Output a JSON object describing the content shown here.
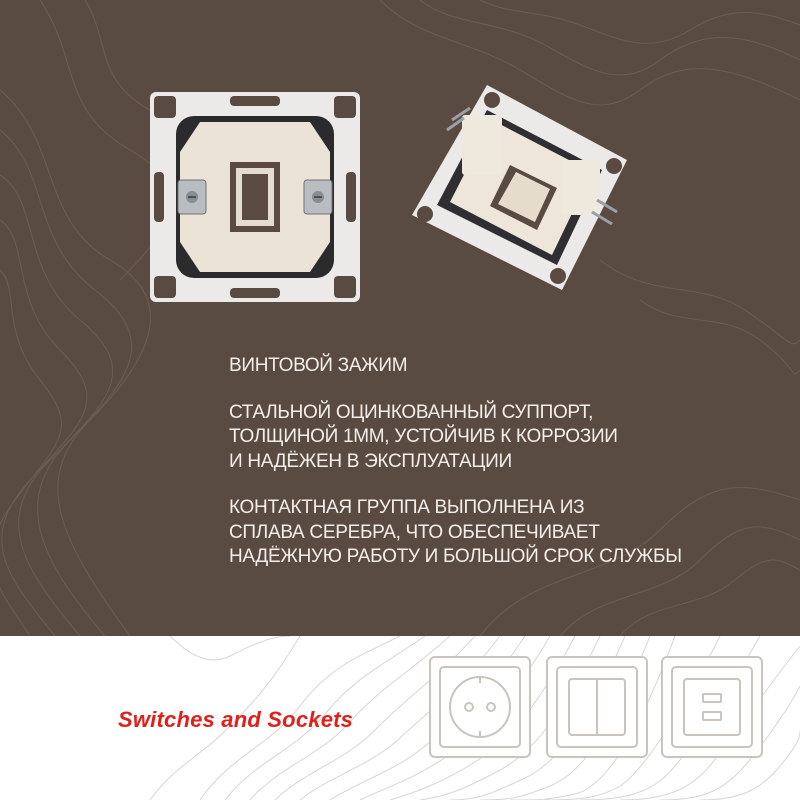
{
  "colors": {
    "background_dark": "#5a4b42",
    "background_light": "#ffffff",
    "text_light": "#f2efec",
    "brand_red": "#e0201b",
    "icon_stroke": "#c9c4be"
  },
  "features": [
    {
      "lines": [
        "ВИНТОВОЙ ЗАЖИМ"
      ]
    },
    {
      "lines": [
        "СТАЛЬНОЙ ОЦИНКОВАННЫЙ СУППОРТ,",
        "ТОЛЩИНОЙ 1ММ, УСТОЙЧИВ К КОРРОЗИИ",
        "И НАДЁЖЕН В ЭКСПЛУАТАЦИИ"
      ]
    },
    {
      "lines": [
        "КОНТАКТНАЯ ГРУППА ВЫПОЛНЕНА ИЗ",
        "СПЛАВА СЕРЕБРА, ЧТО ОБЕСПЕЧИВАЕТ",
        "НАДЁЖНУЮ РАБОТУ И БОЛЬШОЙ СРОК СЛУЖБЫ"
      ]
    }
  ],
  "brand_label": "Switches and Sockets",
  "category_icons": [
    "socket-icon",
    "double-switch-icon",
    "usb-socket-icon"
  ],
  "product_images": [
    "switch-mechanism-front-view",
    "switch-mechanism-angled-view"
  ]
}
